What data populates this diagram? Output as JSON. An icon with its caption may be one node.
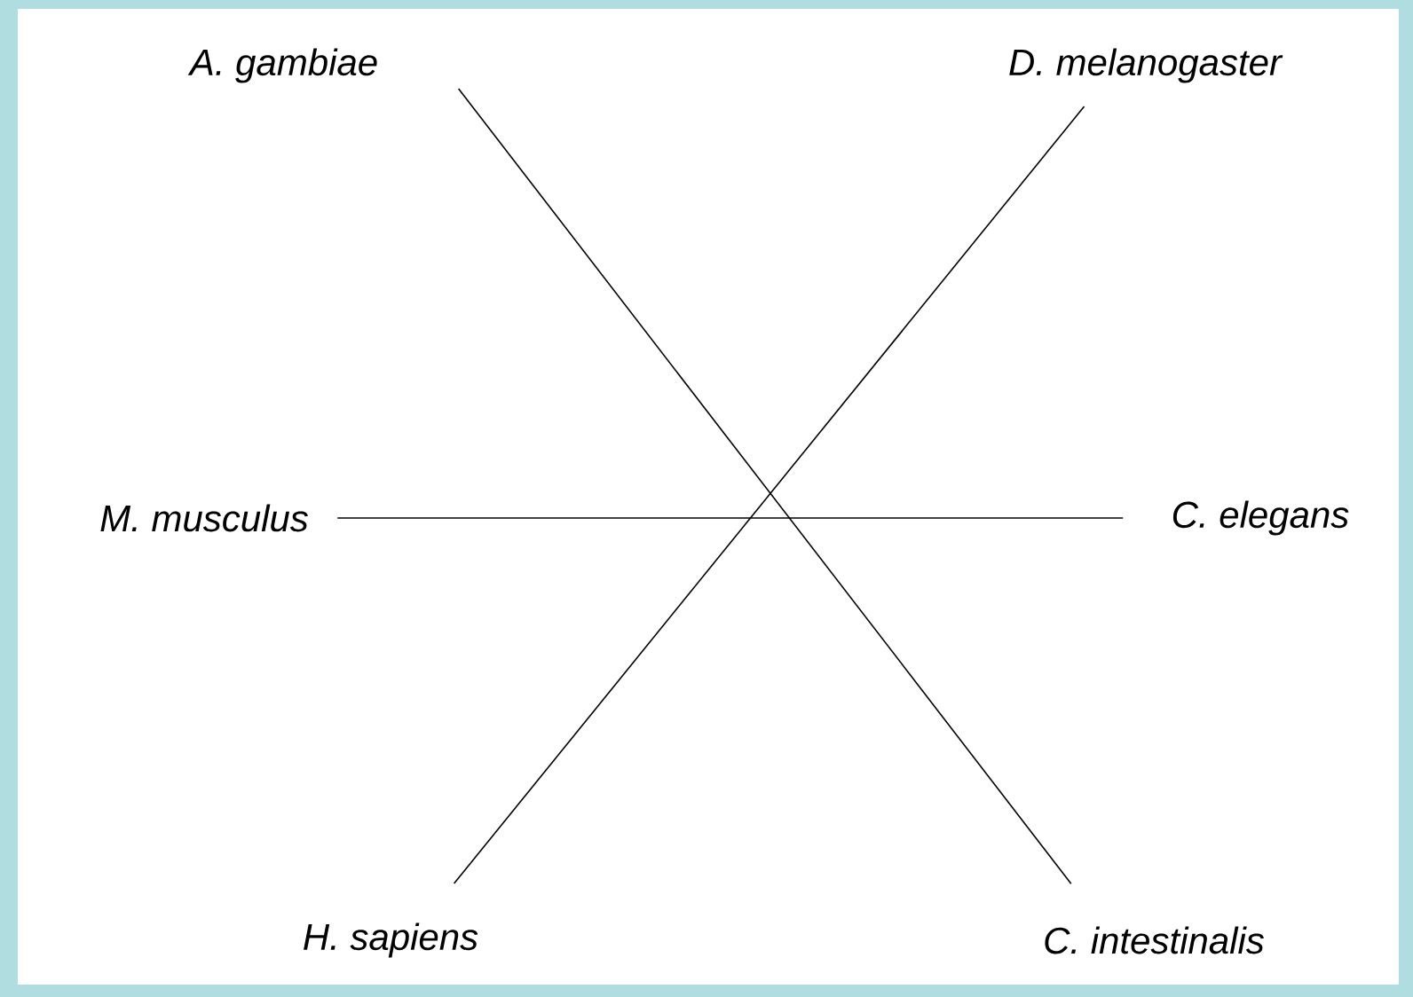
{
  "diagram": {
    "nodes": [
      {
        "text": [
          "A. gambiae"
        ]
      },
      {
        "text": [
          "D. melanogaster"
        ]
      },
      {
        "text": [
          "M. musculus"
        ]
      },
      {
        "text": [
          "C. elegans"
        ]
      },
      {
        "text": [
          "H. sapiens"
        ]
      },
      {
        "text": [
          "C. intestinalis"
        ]
      }
    ],
    "edges": [
      {
        "from": 0,
        "to": 5,
        "arrow": "none"
      },
      {
        "from": 1,
        "to": 4,
        "arrow": "none"
      },
      {
        "from": 2,
        "to": 3,
        "arrow": "none"
      }
    ]
  }
}
